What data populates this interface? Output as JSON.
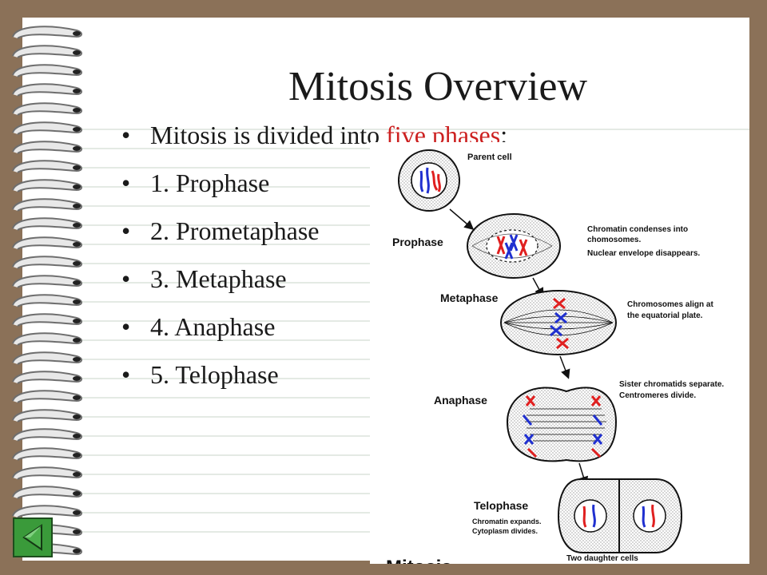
{
  "slide": {
    "title": "Mitosis Overview",
    "intro": {
      "before": "Mitosis is divided into ",
      "highlight": "five phases",
      "after": ":"
    },
    "bullet_glyph": "•",
    "phases": [
      "1.  Prophase",
      "2.  Prometaphase",
      "3.  Metaphase",
      "4.  Anaphase",
      "5.  Telophase"
    ]
  },
  "diagram": {
    "parent_label": "Parent cell",
    "stages": [
      "Prophase",
      "Metaphase",
      "Anaphase",
      "Telophase"
    ],
    "notes": {
      "prophase": [
        "Chromatin condenses into",
        "chomosomes.",
        "Nuclear envelope disappears."
      ],
      "metaphase": [
        "Chromosomes align at",
        "the equatorial plate."
      ],
      "anaphase": [
        "Sister chromatids separate.",
        "Centromeres divide."
      ],
      "telophase": [
        "Chromatin expands.",
        "Cytoplasm divides."
      ]
    },
    "daughter_label": "Two daughter cells",
    "bottom_cutoff": "Mitosis",
    "colors": {
      "red": "#e02020",
      "blue": "#2030d0"
    }
  },
  "nav": {
    "icon": "back-arrow-icon"
  },
  "colors": {
    "frame": "#8b7158",
    "highlight": "#cc2020",
    "rule": "#c8d6c8"
  }
}
